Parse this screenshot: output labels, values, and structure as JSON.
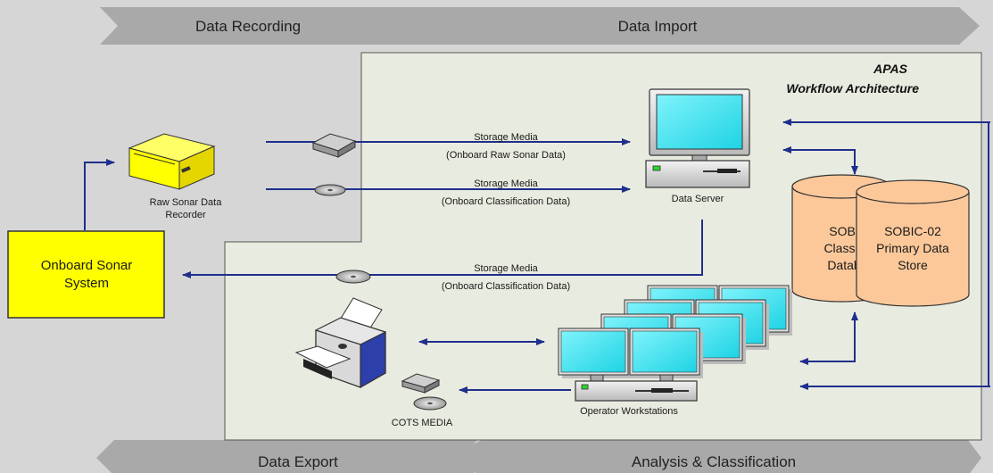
{
  "phases": {
    "data_recording": "Data Recording",
    "data_import": "Data Import",
    "data_export": "Data Export",
    "analysis_classification": "Analysis & Classification"
  },
  "title": {
    "line1": "APAS",
    "line2": "Workflow Architecture"
  },
  "nodes": {
    "onboard_sonar": {
      "line1": "Onboard Sonar",
      "line2": "System"
    },
    "recorder": {
      "line1": "Raw Sonar Data",
      "line2": "Recorder"
    },
    "data_server": "Data Server",
    "operator_workstations": "Operator Workstations",
    "cots_media": "COTS MEDIA",
    "db_back": {
      "line1": "SOBI",
      "line2": "Classifi",
      "line3": "Datab"
    },
    "db_front": {
      "line1": "SOBIC-02",
      "line2": "Primary Data",
      "line3": "Store"
    }
  },
  "flows": {
    "raw_media": {
      "line1": "Storage Media",
      "line2": "(Onboard Raw Sonar Data)"
    },
    "class_media_in": {
      "line1": "Storage Media",
      "line2": "(Onboard Classification Data)"
    },
    "class_media_out": {
      "line1": "Storage Media",
      "line2": "(Onboard Classification Data)"
    }
  },
  "colors": {
    "background": "#d6d6d6",
    "panel": "#e8ebdf",
    "sonar_box": "#ffff00",
    "database": "#fcc89a",
    "arrow": "#1f2f8c",
    "screen": "#33e5f2"
  }
}
